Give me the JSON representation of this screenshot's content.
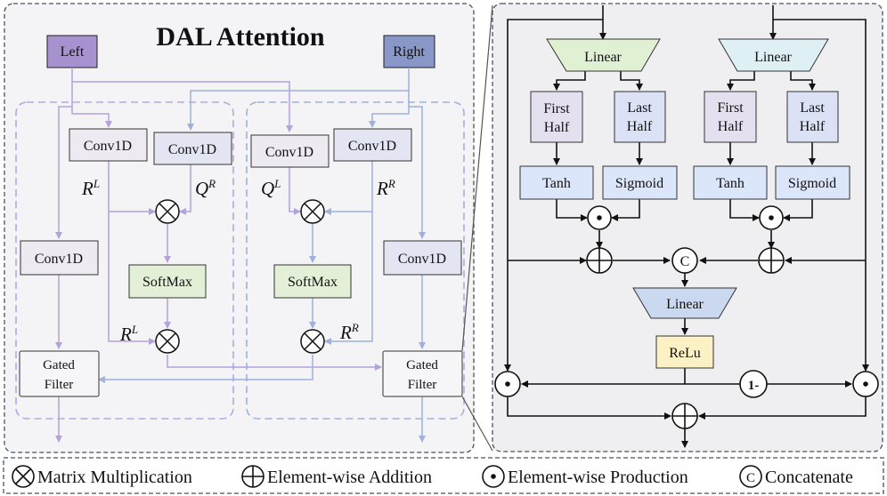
{
  "left_panel": {
    "title": "DAL Attention",
    "inputs": {
      "left": "Left",
      "right": "Right"
    },
    "left_branch": {
      "conv_r": "Conv1D",
      "conv_q": "Conv1D",
      "conv_side": "Conv1D",
      "softmax": "SoftMax",
      "gated_line1": "Gated",
      "gated_line2": "Filter",
      "lbl_r_base": "R",
      "lbl_r_sup": "L",
      "lbl_q_base": "Q",
      "lbl_q_sup": "R",
      "lbl_r2_base": "R",
      "lbl_r2_sup": "L"
    },
    "right_branch": {
      "conv_q": "Conv1D",
      "conv_r": "Conv1D",
      "conv_side": "Conv1D",
      "softmax": "SoftMax",
      "gated_line1": "Gated",
      "gated_line2": "Filter",
      "lbl_q_base": "Q",
      "lbl_q_sup": "L",
      "lbl_r_base": "R",
      "lbl_r_sup": "R",
      "lbl_r2_base": "R",
      "lbl_r2_sup": "R"
    }
  },
  "right_panel": {
    "linear_left": "Linear",
    "linear_right": "Linear",
    "first_half_1": "First",
    "first_half_2": "Half",
    "last_half_1": "Last",
    "last_half_2": "Half",
    "tanh": "Tanh",
    "sigmoid": "Sigmoid",
    "concat_symbol": "C",
    "linear_mid": "Linear",
    "relu": "ReLu",
    "one_minus": "1-"
  },
  "legend": {
    "matmul": "Matrix Multiplication",
    "add": "Element-wise Addition",
    "prod": "Element-wise Production",
    "concat": "Concatenate",
    "concat_symbol": "C"
  },
  "colors": {
    "purple_input": "#a692cf",
    "blue_input": "#8896c8",
    "conv_fill": "#eeeaf2",
    "conv_blue_fill": "#e3e6f2",
    "softmax_fill": "#e4efd8",
    "first_half_fill": "#e4e0f0",
    "last_half_fill": "#dbe2f5",
    "tanh_fill": "#dce6fb",
    "linear_green": "#e0f0d2",
    "linear_blue": "#dff0f4",
    "linear_mid": "#cad8f0",
    "relu_fill": "#fcf1c4",
    "arrow_purple": "#b3a2dc",
    "arrow_blue": "#9fb1dc"
  }
}
